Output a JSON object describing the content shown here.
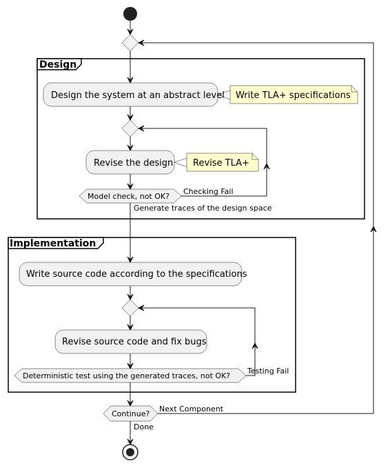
{
  "partitions": {
    "design": "Design",
    "implementation": "Implementation"
  },
  "activities": {
    "design_abstract": "Design the system at an abstract level",
    "revise_design": "Revise the design",
    "write_source": "Write source code according to the specifications",
    "revise_source": "Revise source code and fix bugs"
  },
  "notes": {
    "write_tla": "Write TLA+ specifications",
    "revise_tla": "Revise TLA+"
  },
  "conditions": {
    "model_check": "Model check, not OK?",
    "deterministic_test": "Deterministic test using the generated traces, not OK?",
    "continue": "Continue?"
  },
  "edge_labels": {
    "checking_fail": "Checking Fail",
    "generate_traces": "Generate traces of the design space",
    "testing_fail": "Testing Fail",
    "next_component": "Next Component",
    "done": "Done"
  }
}
